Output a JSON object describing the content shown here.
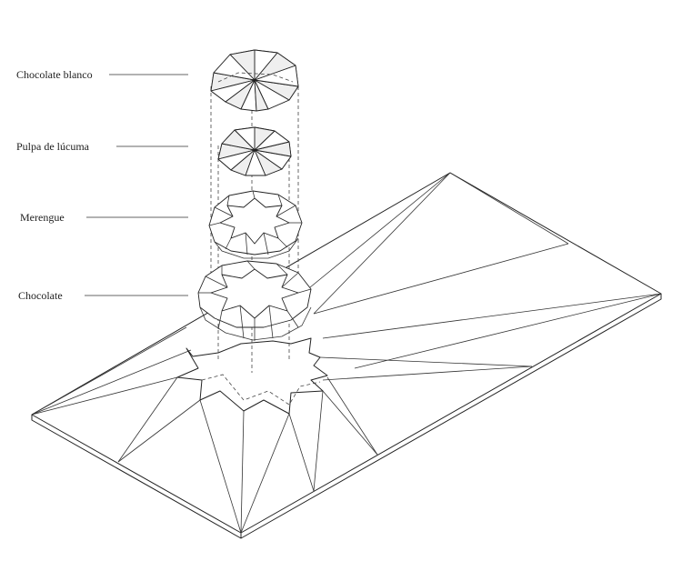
{
  "layers": [
    {
      "id": "white-chocolate",
      "label": "Chocolate blanco"
    },
    {
      "id": "lucuma-pulp",
      "label": "Pulpa de lúcuma"
    },
    {
      "id": "meringue",
      "label": "Merengue"
    },
    {
      "id": "chocolate",
      "label": "Chocolate"
    }
  ]
}
